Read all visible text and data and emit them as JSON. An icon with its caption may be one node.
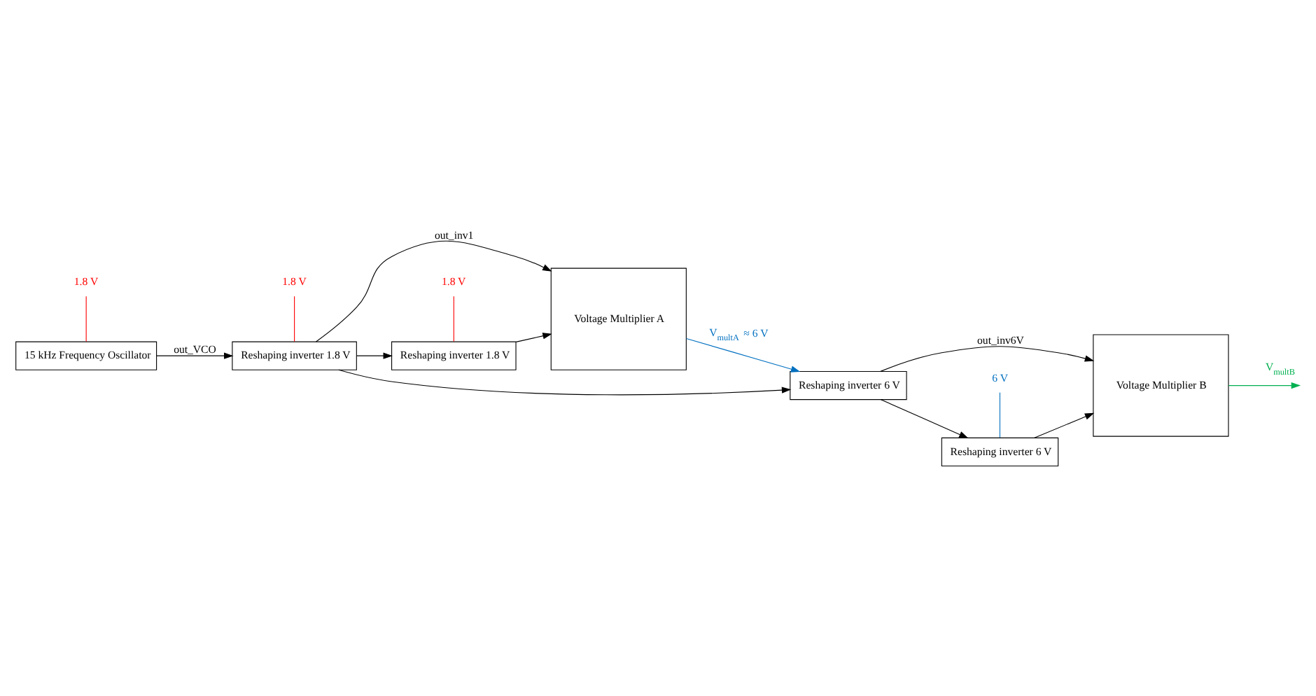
{
  "diagram": {
    "nodes": [
      {
        "text": [
          "15 kHz Frequency Oscillator"
        ]
      },
      {
        "text": [
          "Reshaping inverter 1.8 V"
        ]
      },
      {
        "text": [
          "Voltage Multiplier A"
        ]
      },
      {
        "text": [
          "Reshaping inverter 1.8 V"
        ]
      },
      {
        "text": [
          "Reshaping inverter 6 V"
        ]
      },
      {
        "text": [
          "Voltage Multiplier B"
        ]
      },
      {
        "text": [
          "Reshaping inverter 6 V"
        ]
      },
      {
        "text": [
          "1.8 V"
        ]
      },
      {
        "text": [
          "1.8 V"
        ]
      },
      {
        "text": [
          "1.8 V"
        ]
      },
      {
        "text": [
          "6 V"
        ]
      }
    ],
    "edges": [
      {
        "from": 0,
        "to": 1,
        "arrow": "to",
        "label": "out_VCO"
      },
      {
        "from": 1,
        "to": 2,
        "arrow": "to",
        "label": "out_inv1"
      },
      {
        "from": 1,
        "to": 3,
        "arrow": "to"
      },
      {
        "from": 3,
        "to": 2,
        "arrow": "to"
      },
      {
        "from": 1,
        "to": 4,
        "arrow": "to"
      },
      {
        "from": 2,
        "to": 4,
        "arrow": "to",
        "label": "V$_{multA}$ ≈ 6 V",
        "color": "#0070c0"
      },
      {
        "from": 4,
        "to": 5,
        "arrow": "to",
        "label": "out_inv6V"
      },
      {
        "from": 4,
        "to": 6,
        "arrow": "to"
      },
      {
        "from": 6,
        "to": 5,
        "arrow": "to"
      },
      {
        "from": 5,
        "to": null,
        "arrow": "to",
        "label": "V$_{multB}$",
        "color": "#00b050"
      },
      {
        "from": 7,
        "to": 0,
        "arrow": "none",
        "color": "#ff0000"
      },
      {
        "from": 8,
        "to": 1,
        "arrow": "none",
        "color": "#ff0000"
      },
      {
        "from": 9,
        "to": 3,
        "arrow": "none",
        "color": "#ff0000"
      },
      {
        "from": 10,
        "to": 6,
        "arrow": "none",
        "color": "#0070c0"
      }
    ]
  }
}
